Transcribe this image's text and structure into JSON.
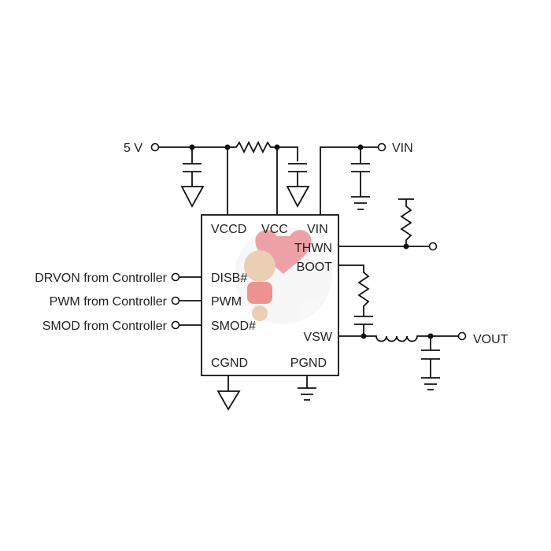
{
  "supplies": {
    "five_v": "5 V",
    "vin": "VIN",
    "vout": "VOUT"
  },
  "ic_pins": {
    "vccd": "VCCD",
    "vcc": "VCC",
    "vin": "VIN",
    "thwn": "THWN",
    "boot": "BOOT",
    "disb": "DISB#",
    "pwm": "PWM",
    "smod": "SMOD#",
    "vsw": "VSW",
    "cgnd": "CGND",
    "pgnd": "PGND"
  },
  "inputs": {
    "drvon": "DRVON from Controller",
    "pwm": "PWM from Controller",
    "smod": "SMOD from Controller"
  },
  "colors": {
    "wire": "#111111",
    "watermark_heart": "#e05560"
  }
}
